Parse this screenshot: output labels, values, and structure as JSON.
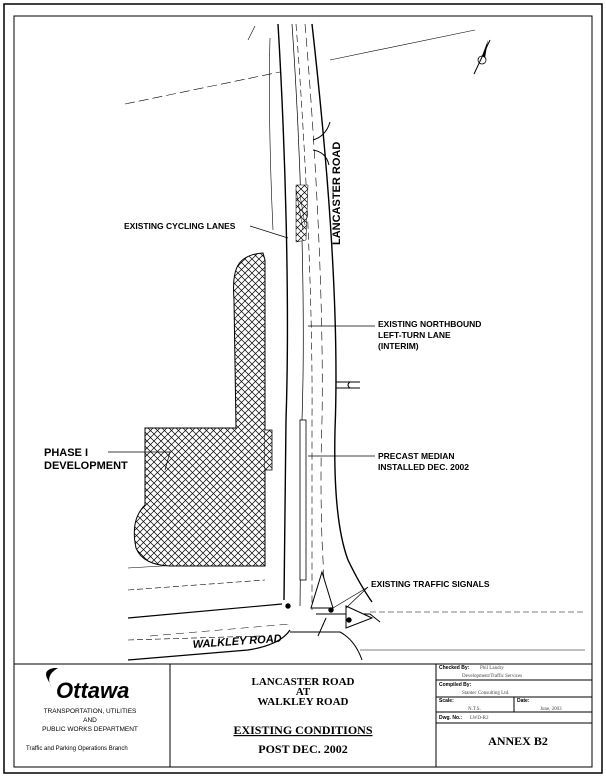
{
  "drawing": {
    "labels": {
      "road_main": "LANCASTER ROAD",
      "road_cross": "WALKLEY ROAD",
      "cycling": "EXISTING CYCLING LANES",
      "nb_line1": "EXISTING NORTHBOUND",
      "nb_line2": "LEFT-TURN LANE",
      "nb_line3": "(INTERIM)",
      "median_line1": "PRECAST MEDIAN",
      "median_line2": "INSTALLED DEC. 2002",
      "signals": "EXISTING TRAFFIC SIGNALS",
      "phase_line1": "PHASE I",
      "phase_line2": "DEVELOPMENT"
    }
  },
  "title_block": {
    "logo_text": "Ottawa",
    "dept_line1": "TRANSPORTATION, UTILITIES",
    "dept_line2": "AND",
    "dept_line3": "PUBLIC WORKS DEPARTMENT",
    "branch": "Traffic and Parking Operations Branch",
    "title_line1": "LANCASTER ROAD",
    "title_line2": "AT",
    "title_line3": "WALKLEY ROAD",
    "subtitle_line1": "EXISTING CONDITIONS",
    "subtitle_line2": "POST DEC. 2002",
    "checked_label": "Checked By:",
    "checked_value": "Phil Landry",
    "checked_value2": "Development/Traffic Services",
    "compiled_label": "Compiled By:",
    "compiled_value": "Stantec Consulting Ltd.",
    "scale_label": "Scale:",
    "scale_value": "N.T.S.",
    "date_label": "Date:",
    "date_value": "June, 2003",
    "dwg_label": "Dwg. No.:",
    "dwg_value": "LWD-R2",
    "annex": "ANNEX  B2"
  }
}
